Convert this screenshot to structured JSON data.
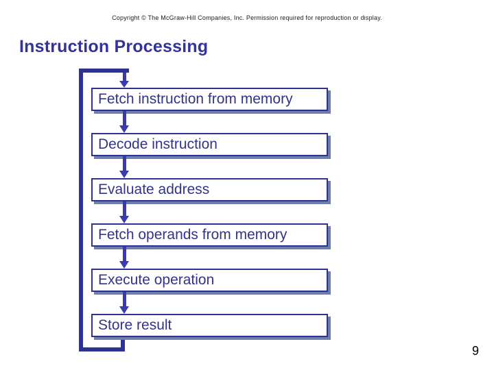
{
  "slide": {
    "copyright": "Copyright © The McGraw-Hill Companies, Inc. Permission required for reproduction or display.",
    "title": "Instruction Processing",
    "page_number": "9"
  },
  "flow": {
    "steps": [
      {
        "label": "Fetch instruction from memory"
      },
      {
        "label": "Decode instruction"
      },
      {
        "label": "Evaluate address"
      },
      {
        "label": "Fetch operands from memory"
      },
      {
        "label": "Execute operation"
      },
      {
        "label": "Store result"
      }
    ]
  },
  "colors": {
    "navy": "#2d3192",
    "arrow": "#3b3aae",
    "box_text": "#333388",
    "title": "#333399",
    "shadow": "#6e7fae",
    "copyright": "#1a1a1a",
    "pagenum": "#000000"
  }
}
